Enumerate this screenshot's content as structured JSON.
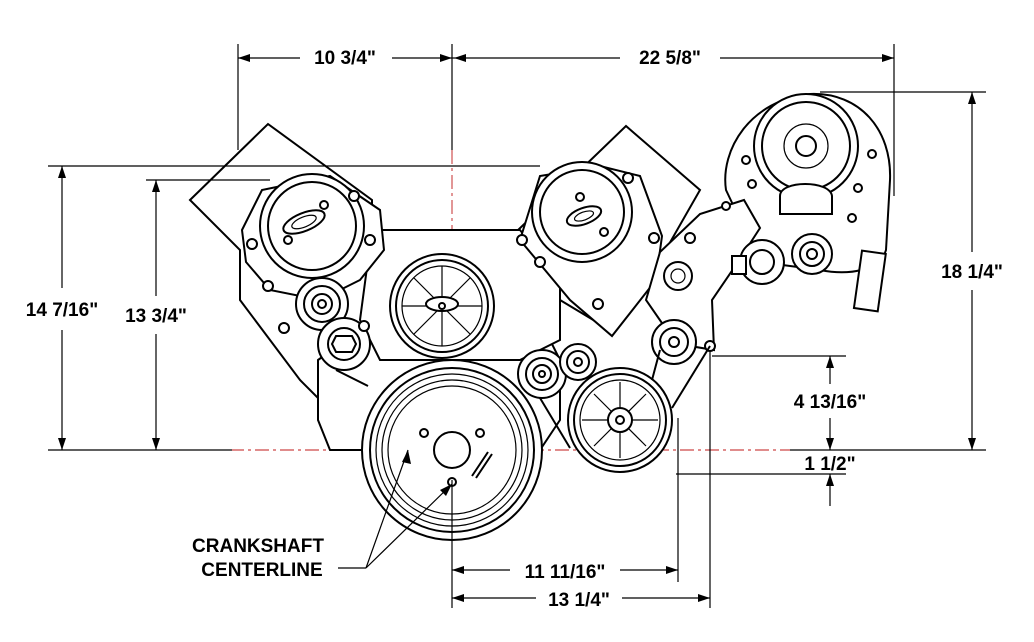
{
  "dimensions": {
    "top_left_width": "10 3/4\"",
    "top_right_width": "22 5/8\"",
    "overall_height_left": "14 7/16\"",
    "inner_height_left": "13 3/4\"",
    "overall_height_right": "18 1/4\"",
    "idler_height": "4 13/16\"",
    "lower_offset": "1 1/2\"",
    "bottom_width_upper": "11 11/16\"",
    "bottom_width_lower": "13 1/4\""
  },
  "callout": {
    "line1": "CRANKSHAFT",
    "line2": "CENTERLINE"
  },
  "colors": {
    "centerline": "#c01818",
    "lines": "#000000",
    "background": "#ffffff"
  }
}
